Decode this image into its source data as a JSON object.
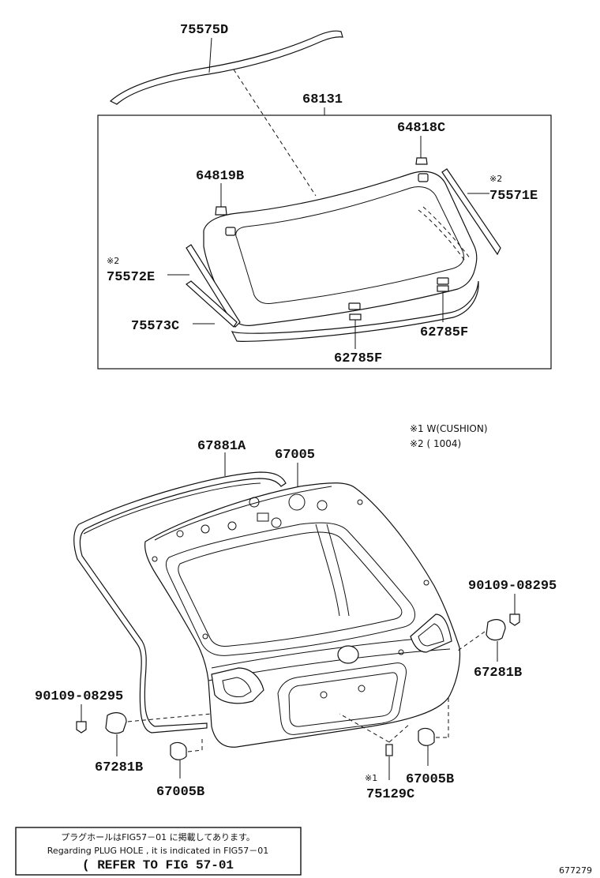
{
  "upper": {
    "box_label": "68131",
    "parts": {
      "p75575D": "75575D",
      "p64818C": "64818C",
      "p64819B": "64819B",
      "p75571E": "75571E",
      "p75572E": "75572E",
      "p75573C": "75573C",
      "p62785F_a": "62785F",
      "p62785F_b": "62785F"
    },
    "mark_2a": "※2",
    "mark_2b": "※2"
  },
  "notes": {
    "note1": "※1 W(CUSHION)",
    "note2": "※2 (         1004)"
  },
  "lower": {
    "parts": {
      "p67881A": "67881A",
      "p67005": "67005",
      "p90109_right": "90109-08295",
      "p67281B_right": "67281B",
      "p90109_left": "90109-08295",
      "p67281B_left": "67281B",
      "p67005B_left": "67005B",
      "p67005B_right": "67005B",
      "p75129C": "75129C"
    },
    "mark_1": "※1"
  },
  "footer": {
    "line1": "プラグホールはFIG57－01 に掲載してあります。",
    "line2": "Regarding PLUG HOLE , it is indicated in FIG57－01",
    "line3": "( REFER TO FIG 57-01",
    "figure_id": "677279"
  }
}
